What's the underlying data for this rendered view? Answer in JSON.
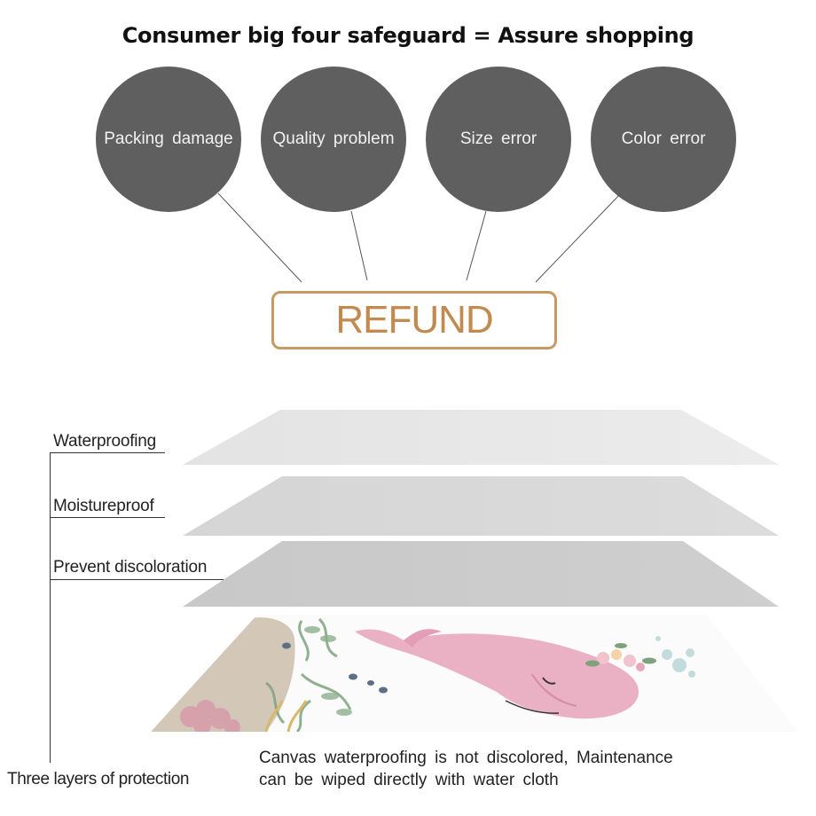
{
  "title": "Consumer big four safeguard = Assure shopping",
  "guarantees": [
    "Packing damage",
    "Quality problem",
    "Size error",
    "Color error"
  ],
  "refund_label": "REFUND",
  "layers": [
    "Waterproofing",
    "Moistureproof",
    "Prevent discoloration"
  ],
  "layers_caption": "Three layers of protection",
  "footer_line1": "Canvas waterproofing is not discolored, Maintenance",
  "footer_line2": "can be wiped directly with water cloth",
  "colors": {
    "circle": "#5f5f5f",
    "refund": "#c89a63",
    "layer_top": "#e6e6e6",
    "layer_mid": "#d7d7d7",
    "layer_bottom": "#c9c9c9"
  },
  "canvas_art": {
    "subject": "pink-dolphin-illustration",
    "icons": [
      "dolphin-icon",
      "flower-wreath-icon",
      "seaweed-icon",
      "fish-icon",
      "bubble-icon",
      "coral-icon"
    ]
  }
}
